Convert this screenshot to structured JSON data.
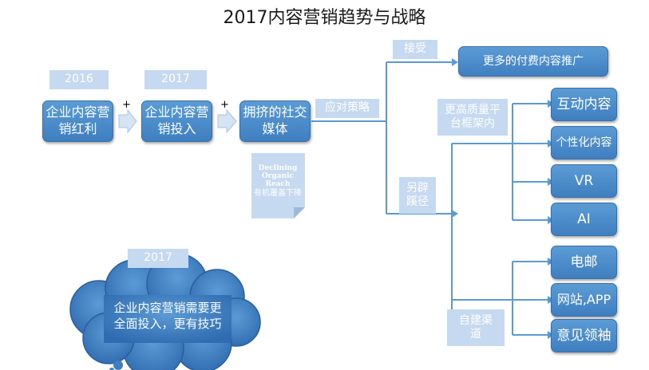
{
  "title": "2017内容营销趋势与战略",
  "year_tags": [
    "2016",
    "2017"
  ],
  "stages": [
    {
      "label": "企业内容营销红利"
    },
    {
      "label": "企业内容营销投入"
    },
    {
      "label": "拥挤的社交媒体"
    }
  ],
  "plus_signs": [
    "+",
    "+"
  ],
  "note": {
    "en": "Declining Organic Reach",
    "cn": "有机覆盖下降"
  },
  "strategy_label": "应对策略",
  "branch_labels": {
    "accept": "接受",
    "alternative": "另辟蹊径",
    "platform": "更高质量平台框架内",
    "own_channel": "自建渠道"
  },
  "outcomes": {
    "paid": "更多的付费内容推广",
    "platform_items": [
      "互动内容",
      "个性化内容",
      "VR",
      "AI"
    ],
    "channel_items": [
      "电邮",
      "网站,APP",
      "意见领袖"
    ]
  },
  "cloud": {
    "year": "2017",
    "text_line1": "企业内容营销需要更",
    "text_line2": "全面投入，更有技巧"
  },
  "colors": {
    "box": "#4f8fcf",
    "tag": "#c5d9f1",
    "connector": "#5b9bd5",
    "arrow_fill": "#d5e3f3"
  }
}
